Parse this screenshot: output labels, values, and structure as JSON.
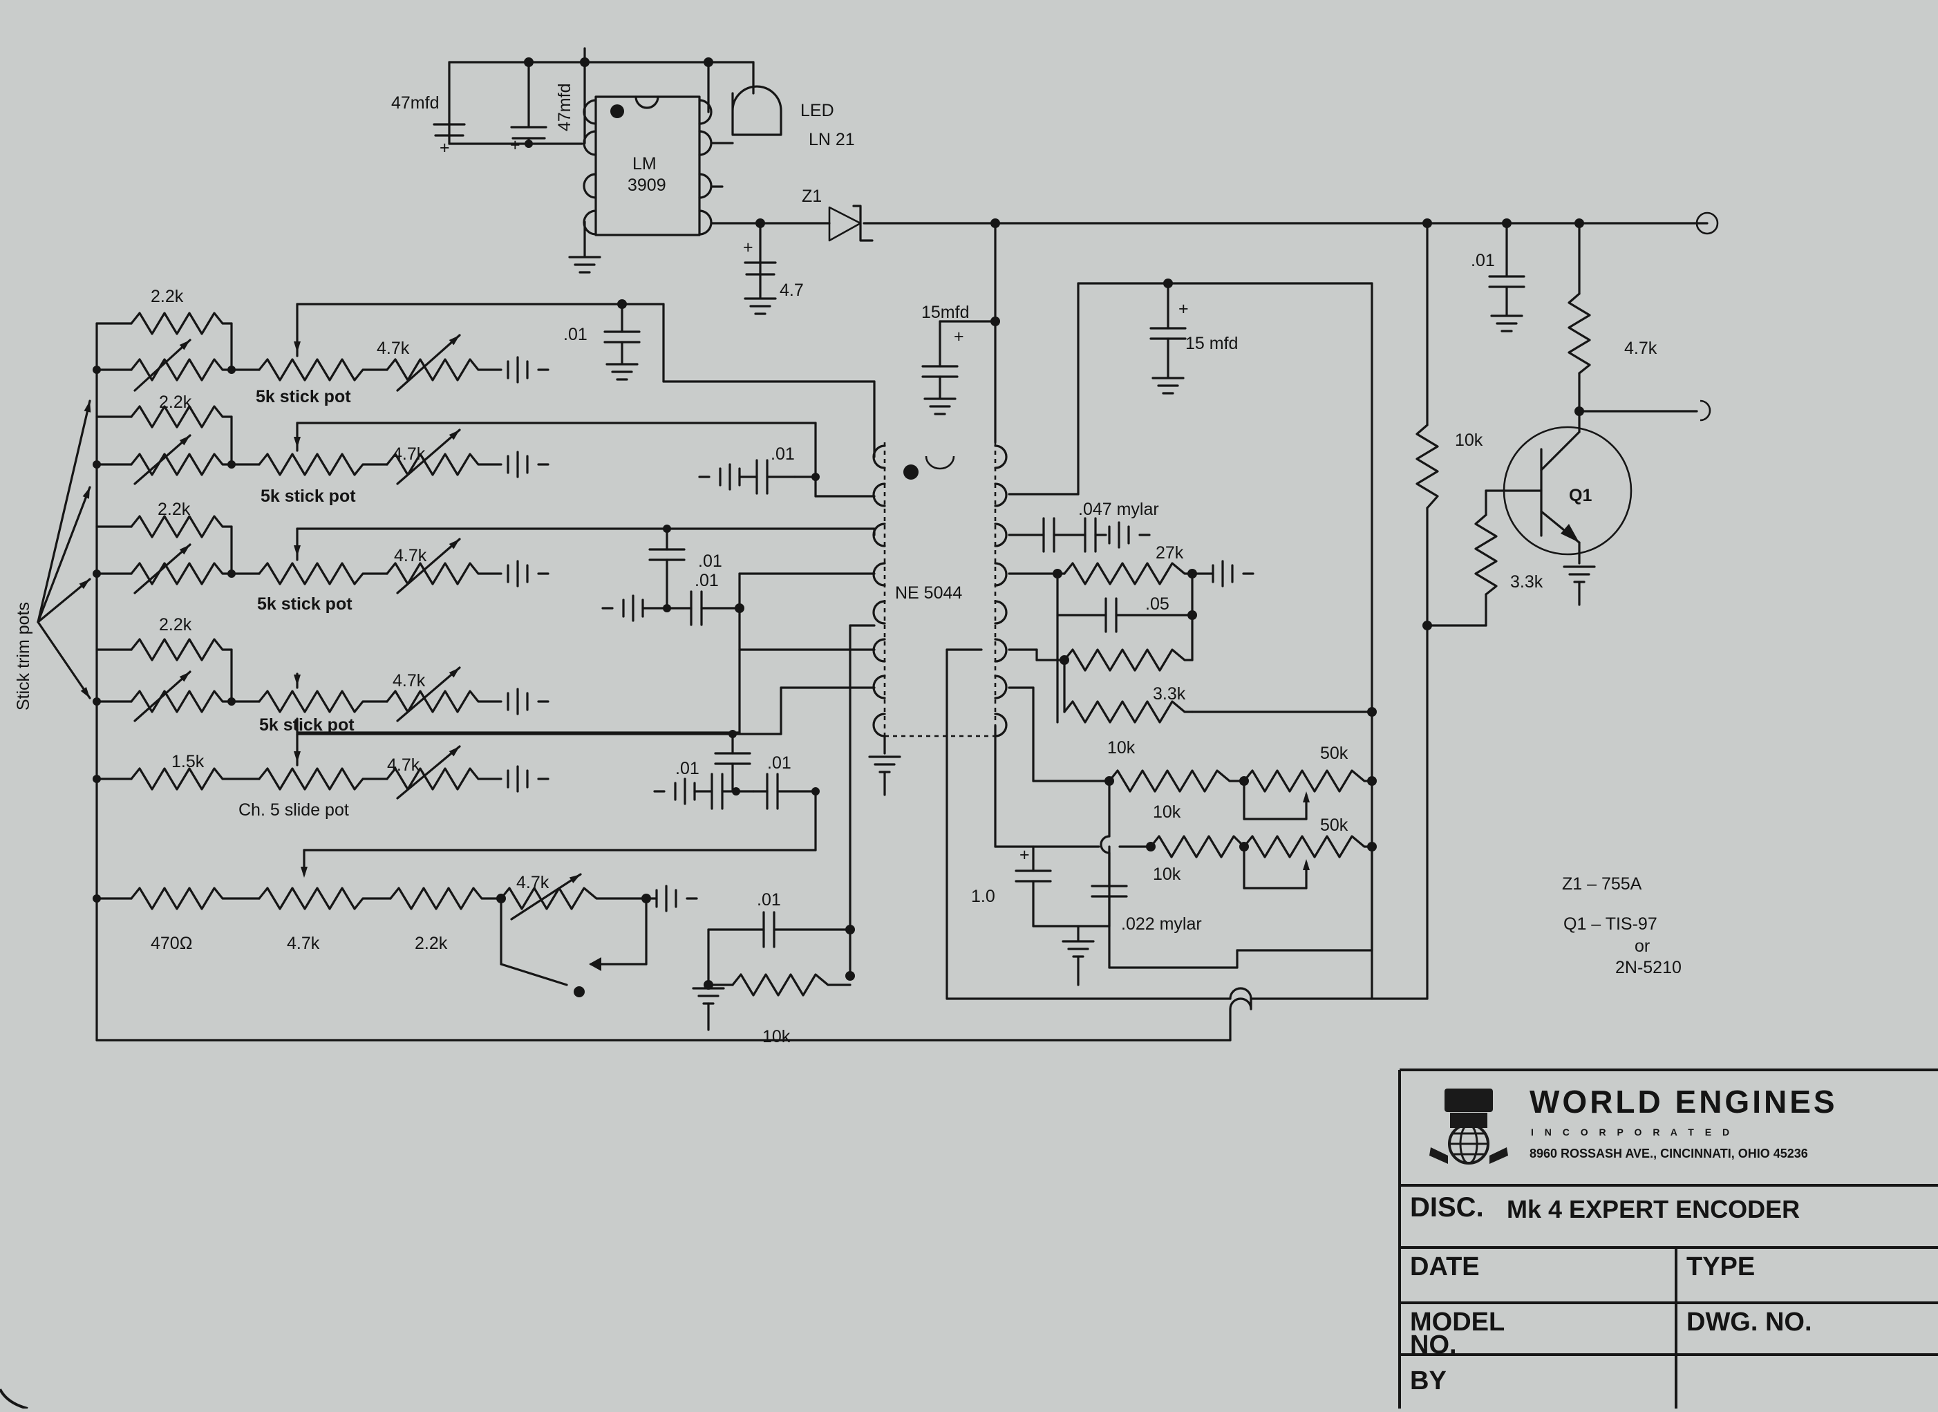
{
  "labels": {
    "c_47mfd_a": "47mfd",
    "c_47mfd_b": "47mfd",
    "led": "LED",
    "led_part": "LN 21",
    "lm_line1": "LM",
    "lm_line2": "3909",
    "z1": "Z1",
    "c_4_7": "4.7",
    "c_01_top": ".01",
    "r_4_7k_q": "4.7k",
    "r_10k_q": "10k",
    "r_3_3k_q": "3.3k",
    "q1": "Q1",
    "c_15mfd_a": "15mfd",
    "c_15mfd_b": "15 mfd",
    "r_2_2k_1": "2.2k",
    "r_2_2k_2": "2.2k",
    "r_2_2k_3": "2.2k",
    "r_2_2k_4": "2.2k",
    "r_4_7k_1": "4.7k",
    "r_4_7k_2": "4.7k",
    "r_4_7k_3": "4.7k",
    "r_4_7k_4": "4.7k",
    "r_4_7k_5": "4.7k",
    "r_4_7k_6": "4.7k",
    "pot_1": "5k stick pot",
    "pot_2": "5k stick pot",
    "pot_3": "5k  stick pot",
    "pot_4": "5k stick pot",
    "c_01_a": ".01",
    "c_01_b": ".01",
    "c_01_c": ".01",
    "c_01_d": ".01",
    "c_01_e": ".01",
    "c_01_f": ".01",
    "c_01_g": ".01",
    "r_1_5k": "1.5k",
    "ch5": "Ch. 5  slide pot",
    "r_470": "470Ω",
    "r_4_7k_b": "4.7k",
    "r_2_2k_b": "2.2k",
    "r_10k_bottom": "10k",
    "ne": "NE 5044",
    "c_047": ".047 mylar",
    "r_27k": "27k",
    "c_05": ".05",
    "r_3_3k": "3.3k",
    "r_10k_a": "10k",
    "r_10k_b": "10k",
    "r_10k_c": "10k",
    "r_50k_a": "50k",
    "r_50k_b": "50k",
    "c_1_0": "1.0",
    "c_022": ".022 mylar",
    "stick_trim": "Stick trim pots",
    "z1_part": "Z1 – 755A",
    "q1_part": "Q1 – TIS-97",
    "q1_or": "or",
    "q1_alt": "2N-5210"
  },
  "title_block": {
    "company": "WORLD  ENGINES",
    "incorporated": "I N C O R P O R A T E D",
    "address": "8960 ROSSASH AVE.,  CINCINNATI,  OHIO  45236",
    "disc_label": "DISC.",
    "disc_value": "Mk 4 EXPERT ENCODER",
    "date_label": "DATE",
    "type_label": "TYPE",
    "model_label_1": "MODEL",
    "model_label_2": "NO.",
    "dwg_label": "DWG. NO.",
    "by_label": "BY"
  }
}
